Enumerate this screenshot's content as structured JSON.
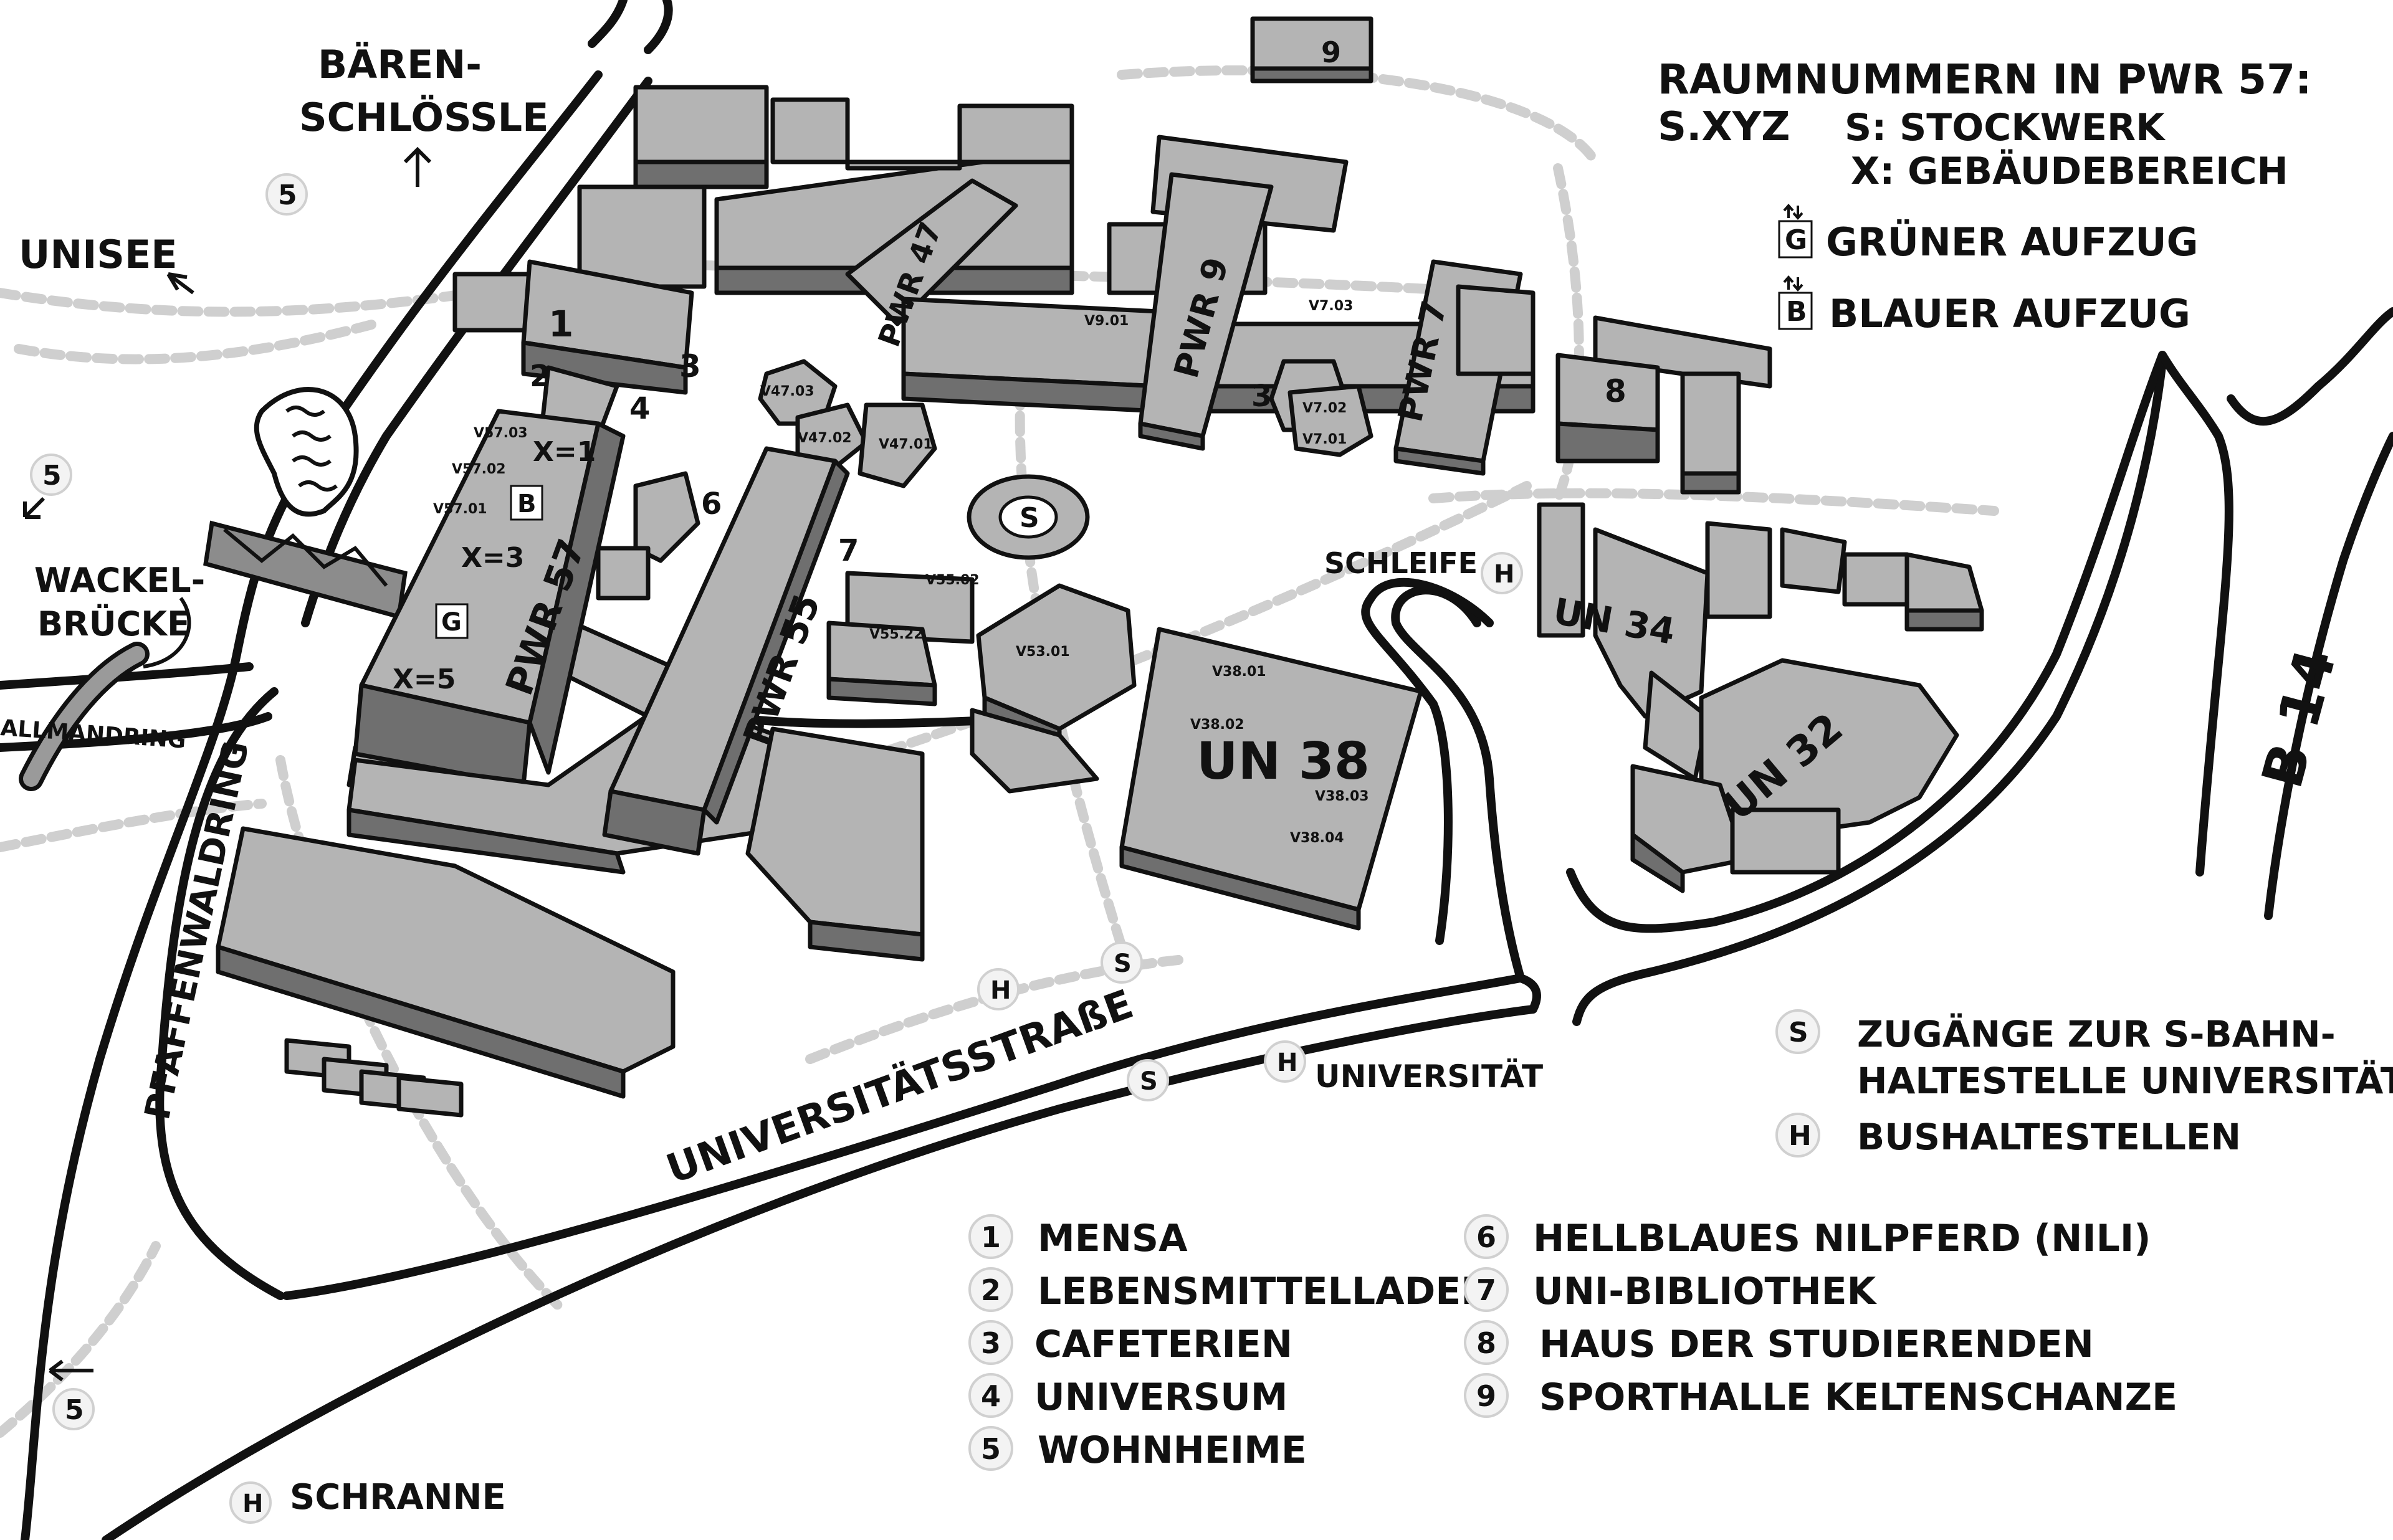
{
  "places": {
    "baeren_1": "BÄREN-",
    "baeren_2": "SCHLÖSSLE",
    "unisee": "UNISEE",
    "wackel_1": "WACKEL-",
    "wackel_2": "BRÜCKE",
    "allmandring": "ALLMANDRING",
    "pfaffenwaldring": "PFAFFENWALDRING",
    "universitaetsstrasse": "UNIVERSITÄTSSTRAßE",
    "b14": "B 14",
    "schleife": "SCHLEIFE",
    "universitaet": "UNIVERSITÄT",
    "schranne": "SCHRANNE"
  },
  "buildings": {
    "pwr47": "PWR 47",
    "pwr9": "PWR 9",
    "pwr7": "PWR 7",
    "pwr57": "PWR 57",
    "pwr55": "PWR 55",
    "un34": "UN 34",
    "un32": "UN 32",
    "un38": "UN 38"
  },
  "zones": {
    "x1": "X=1",
    "x3": "X=3",
    "x5": "X=5"
  },
  "rooms": {
    "v4703": "V47.03",
    "v4702": "V47.02",
    "v4701": "V47.01",
    "v901": "V9.01",
    "v703": "V7.03",
    "v702": "V7.02",
    "v701": "V7.01",
    "v5703": "V57.03",
    "v5702": "V57.02",
    "v5701": "V57.01",
    "v5502": "V55.02",
    "v5522": "V55.22",
    "v5301": "V53.01",
    "v3801": "V38.01",
    "v3802": "V38.02",
    "v3803": "V38.03",
    "v3804": "V38.04"
  },
  "markers": {
    "n1": "1",
    "n2": "2",
    "n3": "3",
    "n4": "4",
    "n5": "5",
    "n6": "6",
    "n7": "7",
    "n8": "8",
    "n9": "9",
    "s": "S",
    "h": "H",
    "g": "G",
    "b": "B"
  },
  "info": {
    "line1": "RAUMNUMMERN IN PWR 57:",
    "line2a": "S.XYZ",
    "line2b": "S: STOCKWERK",
    "line3": "X: GEBÄUDEBEREICH",
    "green": "GRÜNER AUFZUG",
    "blue": "BLAUER AUFZUG"
  },
  "legend": {
    "s_1": "ZUGÄNGE ZUR S-BAHN-",
    "s_2": "HALTESTELLE UNIVERSITÄT",
    "h": "BUSHALTESTELLEN",
    "items": [
      {
        "num": "1",
        "label": "MENSA"
      },
      {
        "num": "2",
        "label": "LEBENSMITTELLADEN"
      },
      {
        "num": "3",
        "label": "CAFETERIEN"
      },
      {
        "num": "4",
        "label": "UNIVERSUM"
      },
      {
        "num": "5",
        "label": "WOHNHEIME"
      },
      {
        "num": "6",
        "label": "HELLBLAUES NILPFERD (NILI)"
      },
      {
        "num": "7",
        "label": "UNI-BIBLIOTHEK"
      },
      {
        "num": "8",
        "label": "HAUS DER STUDIERENDEN"
      },
      {
        "num": "9",
        "label": "SPORTHALLE KELTENSCHANZE"
      }
    ]
  }
}
